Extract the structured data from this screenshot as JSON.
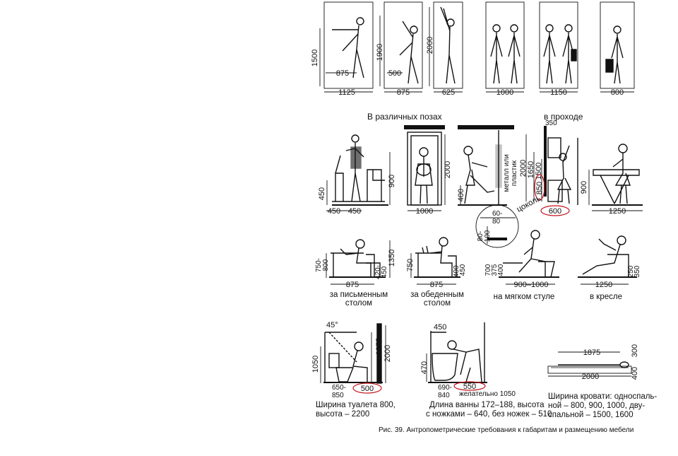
{
  "caption": "Рис. 39. Антропометрические требования к габаритам и размещению мебели",
  "row1": {
    "dims": [
      "1500",
      "875",
      "1125",
      "1900",
      "500",
      "875",
      "2000",
      "625",
      "1000",
      "1150",
      "800"
    ]
  },
  "row2": {
    "heading_left": "В различных позах",
    "heading_right": "в проходе",
    "dims": [
      "450",
      "450",
      "450",
      "900",
      "1000",
      "2000",
      "400",
      "металл или",
      "пластик",
      "2000",
      "1650",
      "1500",
      "850",
      "350",
      "600",
      "900",
      "1250",
      "60-",
      "80",
      "80-",
      "100",
      "цоколь"
    ]
  },
  "row3": {
    "dims": [
      "750-",
      "800",
      "875",
      "420-",
      "450",
      "1350",
      "750",
      "875",
      "400-",
      "450",
      "700",
      "375",
      "400",
      "900–1000",
      "1250",
      "250",
      "350"
    ],
    "labels": [
      "за письменным",
      "столом",
      "за обеденным",
      "столом",
      "на мягком стуле",
      "в кресле"
    ]
  },
  "row4": {
    "dims": [
      "45°",
      "1050",
      "650-",
      "850",
      "500",
      "1875",
      "2000",
      "450",
      "470",
      "690-",
      "840",
      "550",
      "желательно 1050",
      "1875",
      "300",
      "2000",
      "400"
    ],
    "notes": [
      "Ширина туалета 800,",
      "высота – 2200",
      "Длина ванны 172–188, высота",
      "с ножками – 640, без ножек – 510",
      "Ширина кровати: односпаль-",
      "ной – 800, 900, 1000, дву-",
      "спальной – 1500, 1600"
    ]
  }
}
